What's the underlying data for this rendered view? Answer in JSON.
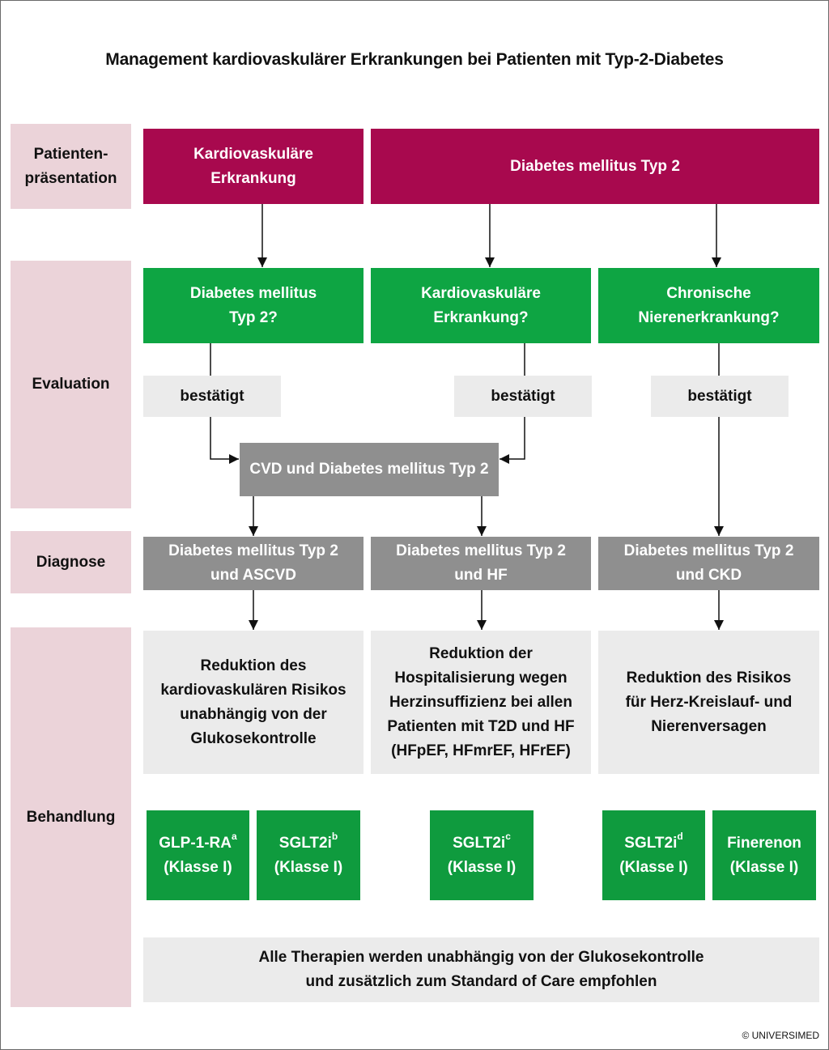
{
  "title": "Management kardiovaskulärer Erkrankungen bei Patienten mit Typ-2-Diabetes",
  "rows": {
    "presentation": "Patienten-\npräsentation",
    "evaluation": "Evaluation",
    "diagnosis": "Diagnose",
    "treatment": "Behandlung"
  },
  "presentation": {
    "cvd": "Kardiovaskuläre\nErkrankung",
    "dm": "Diabetes mellitus Typ 2"
  },
  "evaluation": {
    "q_dm": "Diabetes mellitus\nTyp 2?",
    "q_cvd": "Kardiovaskuläre\nErkrankung?",
    "q_ckd": "Chronische\nNierenerkrankung?",
    "confirmed": "bestätigt",
    "combined": "CVD und Diabetes mellitus Typ 2"
  },
  "diagnosis": {
    "ascvd": "Diabetes mellitus Typ 2\nund ASCVD",
    "hf": "Diabetes mellitus Typ 2\nund HF",
    "ckd": "Diabetes mellitus Typ 2\nund CKD"
  },
  "treatment": {
    "goal_ascvd": "Reduktion des\nkardiovaskulären Risikos\nunabhängig von der\nGlukosekontrolle",
    "goal_hf": "Reduktion der\nHospitalisierung wegen\nHerzinsuffizienz bei allen\nPatienten mit T2D und HF\n(HFpEF, HFmrEF, HFrEF)",
    "goal_ckd": "Reduktion des Risikos\nfür Herz-Kreislauf- und\nNierenversagen",
    "drugs": {
      "glp1": {
        "name": "GLP-1-RA",
        "sup": "a",
        "class": "(Klasse I)"
      },
      "sglt2_b": {
        "name": "SGLT2i",
        "sup": "b",
        "class": "(Klasse I)"
      },
      "sglt2_c": {
        "name": "SGLT2i",
        "sup": "c",
        "class": "(Klasse I)"
      },
      "sglt2_d": {
        "name": "SGLT2i",
        "sup": "d",
        "class": "(Klasse I)"
      },
      "finerenon": {
        "name": "Finerenon",
        "sup": "",
        "class": "(Klasse I)"
      }
    },
    "footer": "Alle Therapien werden unabhängig von der Glukosekontrolle\nund zusätzlich zum Standard of Care empfohlen"
  },
  "copyright": "© UNIVERSIMED",
  "colors": {
    "crimson": "#a8094e",
    "green": "#0ea543",
    "gray": "#8f8f8f",
    "light_gray": "#ebebeb",
    "pink_label": "#ebd3d9"
  }
}
